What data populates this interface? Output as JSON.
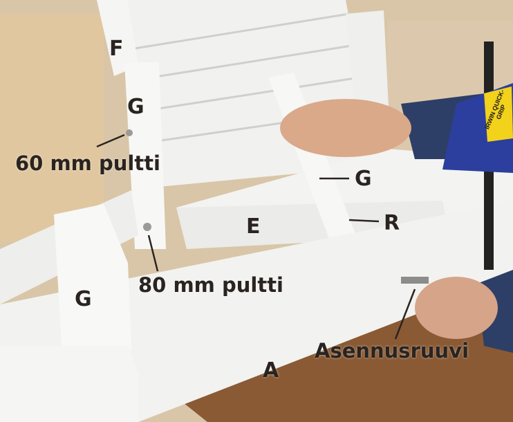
{
  "labels": {
    "f": "F",
    "g_top": "G",
    "g_middle": "G",
    "g_lower": "G",
    "e": "E",
    "r": "R",
    "a": "A",
    "bolt_60": "60 mm pultti",
    "bolt_80": "80 mm pultti",
    "mounting_screw": "Asennusruuvi"
  },
  "clamp_brand": "IRWIN QUICK-GRIP",
  "colors": {
    "wall": "#d9c6a8",
    "paint_white": "#f4f4f2",
    "shadow": "#c9c9c6",
    "workbench": "#8a5a34",
    "clamp_blue": "#2c3f9e",
    "sleeve": "#2d3f66",
    "skin": "#d9a98a",
    "label_text": "#2a2420"
  }
}
